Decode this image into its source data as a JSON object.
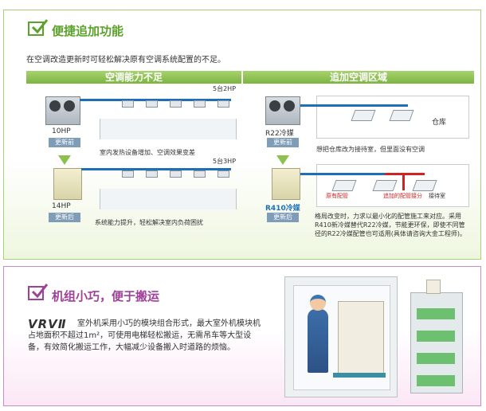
{
  "section1": {
    "title": "便捷追加功能",
    "intro": "在空调改造更新时可轻松解决原有空调系统配置的不足。",
    "left_header": "空调能力不足",
    "right_header": "追加空调区域",
    "left": {
      "top_count": "5台2HP",
      "top_model": "10HP",
      "top_tag": "更新前",
      "top_caption": "室内发热设备增加、空调效果变差",
      "bottom_count": "5台3HP",
      "bottom_model": "14HP",
      "bottom_tag": "更新后",
      "bottom_caption": "系统能力提升，轻松解决室内负荷困扰"
    },
    "right": {
      "top_model": "R22冷媒",
      "top_tag": "更新前",
      "warehouse": "仓库",
      "top_caption": "想把仓库改为接待室，但里面没有空调",
      "bottom_model": "R410冷媒",
      "bottom_tag": "更新后",
      "orig_pipe": "原有配管",
      "new_pipe": "追加的配管接分",
      "reception": "接待室",
      "bottom_text": "格局改变时，力求以最小化的配管施工来对应。采用R410新冷媒替代R22冷媒，节能更环保，即使不同管径的R22冷媒配管也可适用(具体请咨询大金工程师)。"
    }
  },
  "section2": {
    "title": "机组小巧，便于搬运",
    "logo": "VRVⅡ",
    "text": "室外机采用小巧的模块组合形式，最大室外机模块机占地面积不超过1m²，可使用电梯轻松搬运，无需吊车等大型设备，有效简化搬运工作，大幅减少设备搬入时道路的烦恼。"
  },
  "colors": {
    "green": "#5aa22a",
    "purple": "#a0409a",
    "header_green": "#86bd46",
    "tag_blue": "#7f9db8",
    "pipe_blue": "#1e6fb7",
    "pipe_red": "#d42020"
  }
}
